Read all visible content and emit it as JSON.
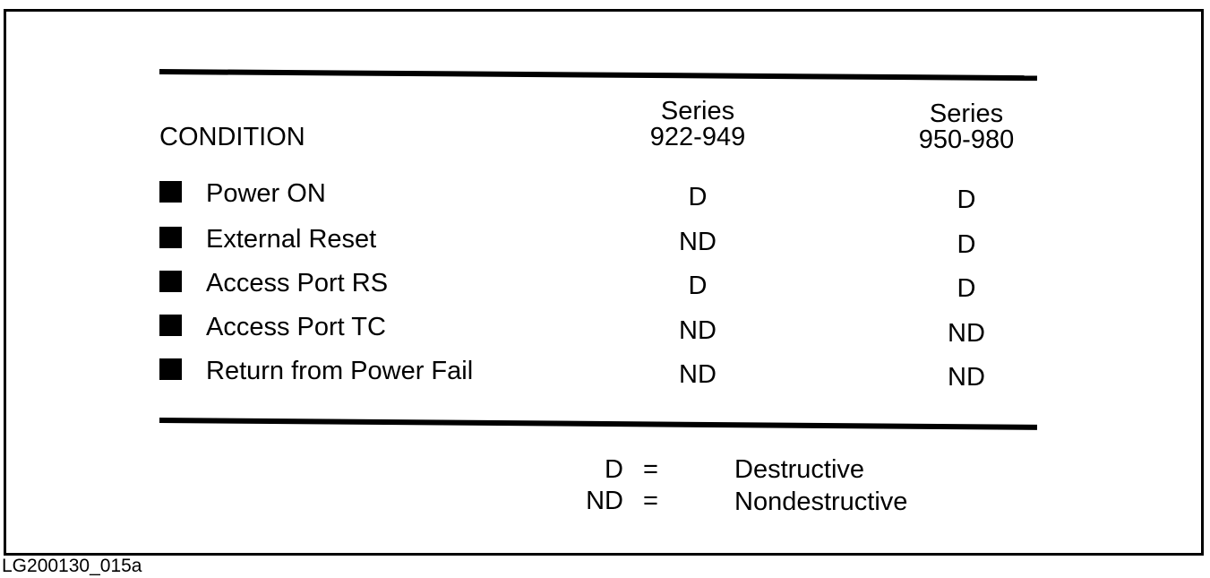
{
  "header": {
    "condition": "CONDITION",
    "col1": {
      "line1": "Series",
      "line2": "922-949"
    },
    "col2": {
      "line1": "Series",
      "line2": "950-980"
    }
  },
  "rows": [
    {
      "label": "Power ON",
      "col1": "D",
      "col2": "D"
    },
    {
      "label": "External Reset",
      "col1": "ND",
      "col2": "D"
    },
    {
      "label": "Access Port RS",
      "col1": "D",
      "col2": "D"
    },
    {
      "label": "Access Port TC",
      "col1": "ND",
      "col2": "ND"
    },
    {
      "label": "Return from Power Fail",
      "col1": "ND",
      "col2": "ND"
    }
  ],
  "legend": [
    {
      "abbr": "D",
      "eq": "=",
      "meaning": "Destructive"
    },
    {
      "abbr": "ND",
      "eq": "=",
      "meaning": "Nondestructive"
    }
  ],
  "figure_id": "LG200130_015a"
}
